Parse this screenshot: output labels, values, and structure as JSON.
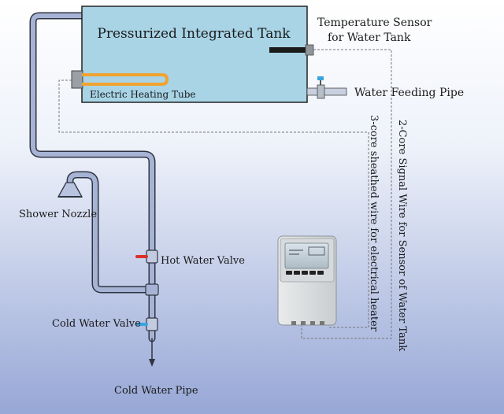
{
  "labels": {
    "tank_title": "Pressurized Integrated Tank",
    "heating_tube": "Electric Heating Tube",
    "temp_sensor_line1": "Temperature Sensor",
    "temp_sensor_line2": "for Water Tank",
    "water_feeding_pipe": "Water Feeding Pipe",
    "shower_nozzle": "Shower Nozzle",
    "hot_water_valve": "Hot Water Valve",
    "cold_water_valve": "Cold Water Valve",
    "cold_water_pipe": "Cold Water Pipe",
    "signal_wire": "2-Core Signal Wire for Sensor of Water Tank",
    "sheathed_wire": "3-core sheathed wire for electrical heater"
  },
  "colors": {
    "background_top": "#ffffff",
    "background_bottom": "#97a7d6",
    "tank_fill": "#a8d4e6",
    "heating_tube": "#f0a330",
    "hot_valve": "#d9302b",
    "cold_valve": "#3aa3dd",
    "pipe_fill": "#a6b3d4",
    "pipe_stroke": "#2f3442"
  }
}
